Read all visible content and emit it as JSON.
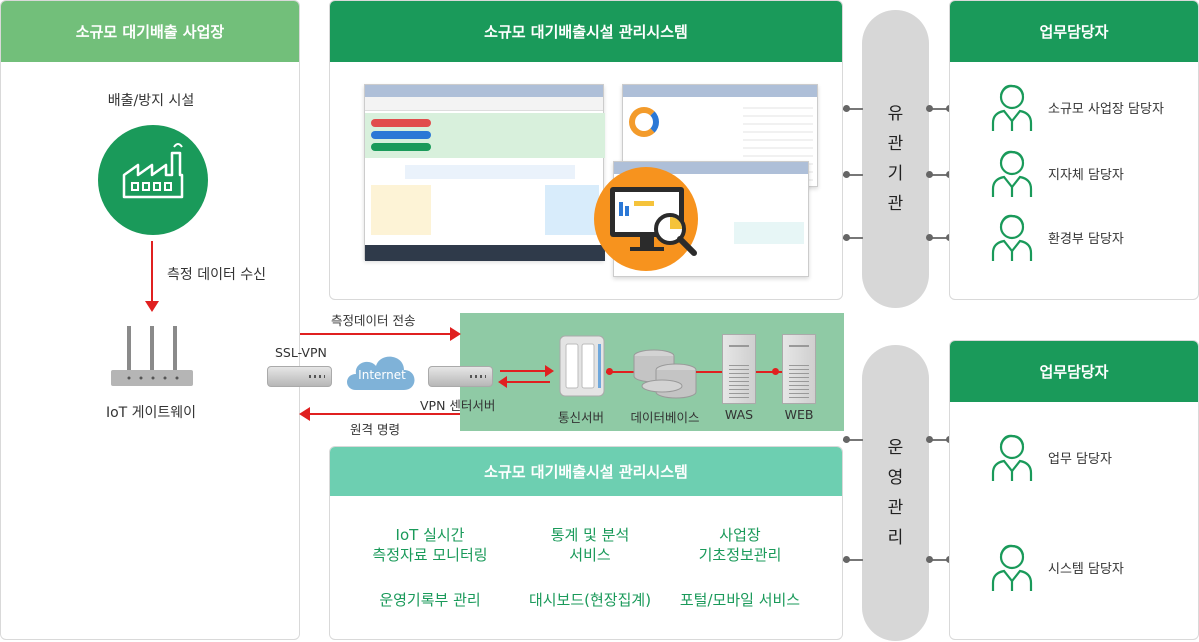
{
  "left_panel": {
    "title": "소규모 대기배출 사업장",
    "facility_label": "배출/방지 시설",
    "receive_label": "측정 데이터 수신",
    "gateway_label": "IoT 게이트웨이"
  },
  "top_system": {
    "title": "소규모 대기배출시설 관리시스템"
  },
  "network": {
    "ssl_vpn": "SSL-VPN",
    "internet": "Internet",
    "send_label": "측정데이터 전송",
    "vpn_server": "VPN 센터서버",
    "remote_label": "원격 명령",
    "nodes": [
      "통신서버",
      "데이터베이스",
      "WAS",
      "WEB"
    ]
  },
  "bottom_system": {
    "title": "소규모 대기배출시설 관리시스템",
    "features": [
      [
        "IoT 실시간",
        "측정자료 모니터링"
      ],
      [
        "통계 및 분석",
        "서비스"
      ],
      [
        "사업장",
        "기초정보관리"
      ],
      [
        "운영기록부 관리"
      ],
      [
        "대시보드(현장집계)"
      ],
      [
        "포털/모바일 서비스"
      ]
    ]
  },
  "pill_top": [
    "유",
    "관",
    "기",
    "관"
  ],
  "pill_bottom": [
    "운",
    "영",
    "관",
    "리"
  ],
  "right_top": {
    "title": "업무담당자",
    "people": [
      "소규모 사업장 담당자",
      "지자체 담당자",
      "환경부 담당자"
    ]
  },
  "right_bottom": {
    "title": "업무담당자",
    "people": [
      "업무 담당자",
      "시스템 담당자"
    ]
  },
  "colors": {
    "green": "#1a9a5a",
    "light_green": "#72bf7a",
    "teal": "#6dcfb1",
    "arrow_red": "#e02020",
    "network_bg": "#8fcaa5"
  }
}
